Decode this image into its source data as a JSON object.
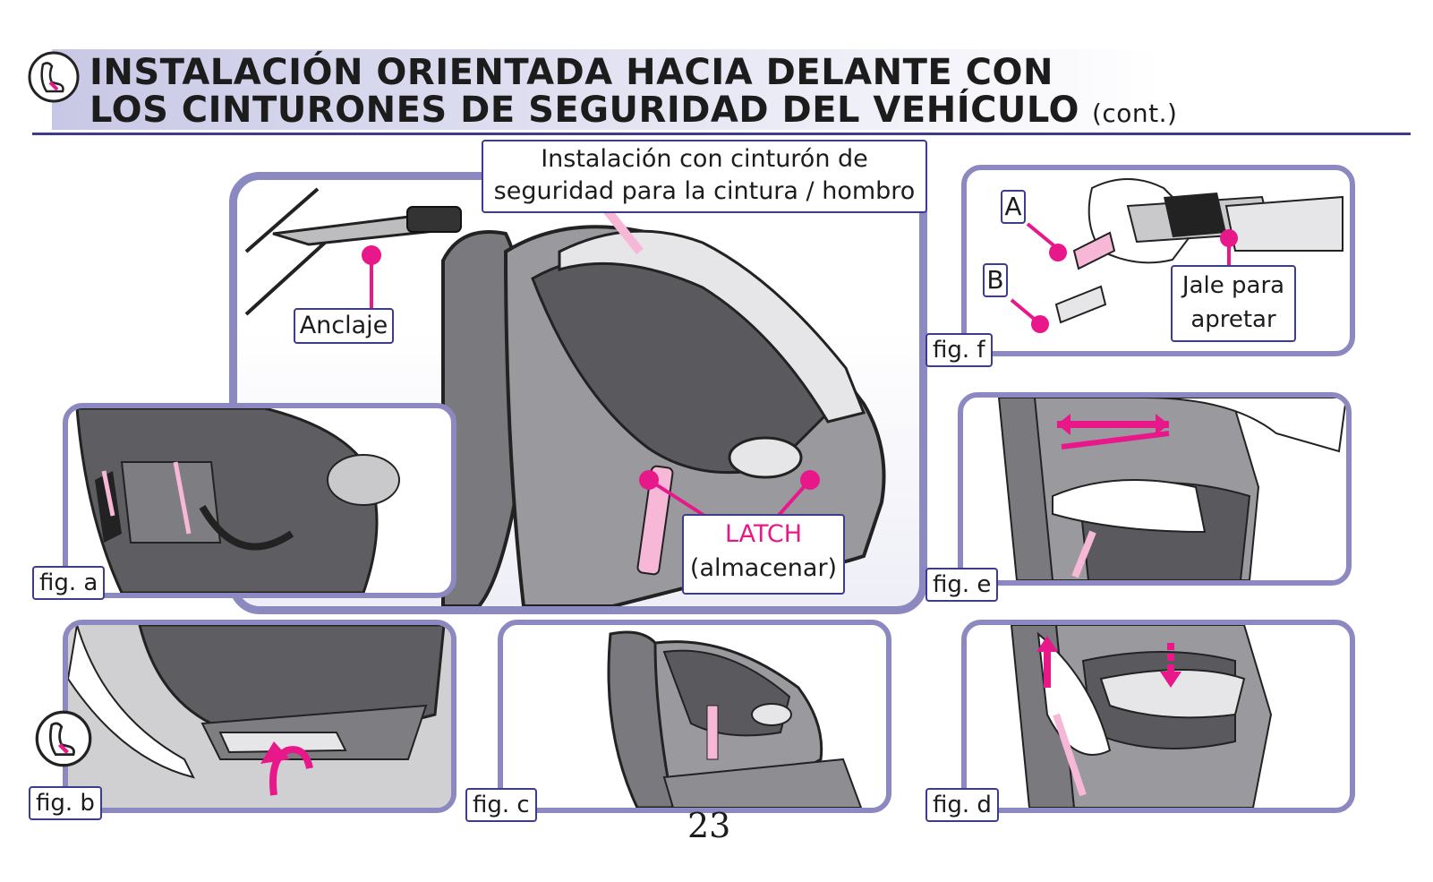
{
  "header": {
    "title_line1": "INSTALACIÓN ORIENTADA HACIA DELANTE CON",
    "title_line2": "LOS CINTURONES DE SEGURIDAD DEL VEHÍCULO",
    "title_suffix": "(cont.)"
  },
  "callouts": {
    "belt_type_line1": "Instalación con cinturón de",
    "belt_type_line2": "seguridad para la cintura / hombro",
    "anchor": "Anclaje",
    "latch_line1": "LATCH",
    "latch_line2": "(almacenar)",
    "part_a": "A",
    "part_b": "B",
    "pull_line1": "Jale para",
    "pull_line2": "apretar"
  },
  "figures": {
    "a": "fig. a",
    "b": "fig. b",
    "c": "fig. c",
    "d": "fig. d",
    "e": "fig. e",
    "f": "fig. f"
  },
  "page_number": "23",
  "icons": [
    "car-seat-icon",
    "car-seat-icon"
  ],
  "colors": {
    "accent": "#e8178a",
    "frame": "#8c89c0",
    "rule": "#3d3b8e",
    "seat_dark": "#5a5a5e",
    "seat_mid": "#8e8e92",
    "seat_light": "#c9c9cc"
  }
}
